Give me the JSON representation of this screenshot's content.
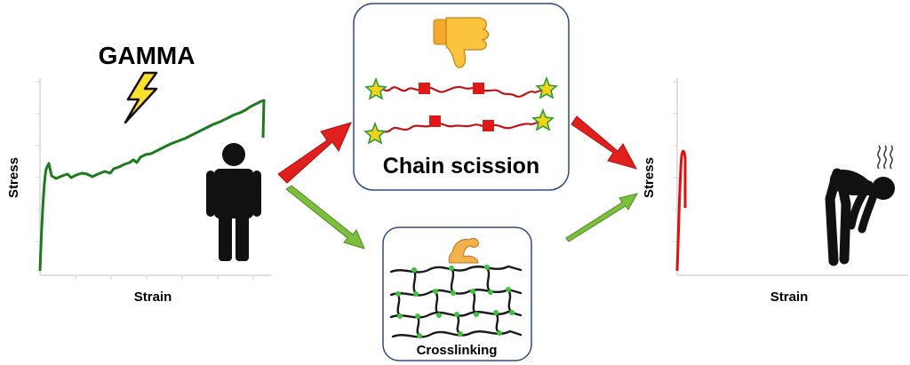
{
  "title": "GAMMA",
  "left_plot": {
    "xlabel": "Strain",
    "ylabel": "Stress"
  },
  "right_plot": {
    "xlabel": "Strain",
    "ylabel": "Stress"
  },
  "chain_scission": {
    "label": "Chain scission",
    "thumb_icon": "thumbs-down-icon"
  },
  "crosslinking": {
    "label": "Crosslinking",
    "bicep_icon": "flexed-biceps-icon"
  },
  "colors": {
    "ductile_curve": "#1e7a1e",
    "brittle_curve": "#e01010",
    "scission_arrow": "#e0201c",
    "crosslink_arrow": "#7cbf3c",
    "chain": "#c0141a",
    "chain_end_star": "#f2d21a",
    "network_node": "#3cc43c",
    "box_border": "#2e4a8a"
  },
  "icons": [
    "lightning-bolt-icon",
    "standing-person-icon",
    "exhausted-person-icon",
    "steam-icon"
  ]
}
